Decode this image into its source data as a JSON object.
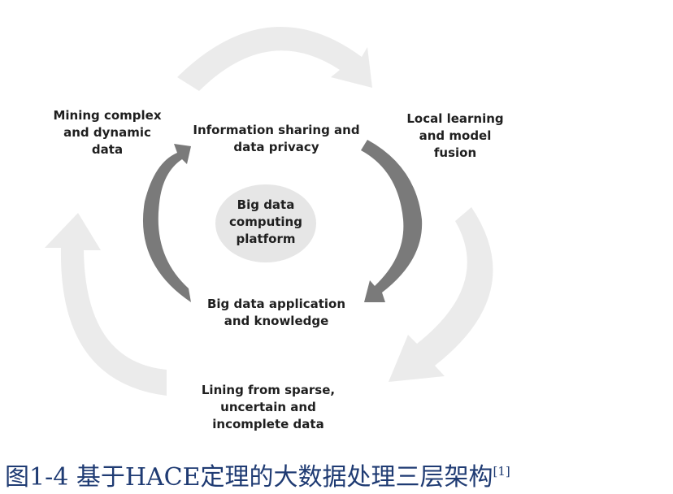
{
  "diagram": {
    "title": "HACE theorem three-layer big data processing architecture",
    "center": {
      "label": "Big data\ncomputing\nplatform"
    },
    "inner_ring": [
      {
        "label": "Information sharing and\ndata privacy"
      },
      {
        "label": "Big data application\nand knowledge"
      }
    ],
    "outer_ring": [
      {
        "label": "Mining complex\nand dynamic\ndata"
      },
      {
        "label": "Local learning\nand model\nfusion"
      },
      {
        "label": "Lining from sparse,\nuncertain and\nincomplete data"
      }
    ],
    "colors": {
      "outer_arrow": "#ebebeb",
      "inner_arrow": "#7a7a7a",
      "center_ellipse": "#e6e6e6",
      "label_text": "#1f1f1f",
      "caption_text": "#1f3b73"
    }
  },
  "caption": {
    "text": "图1-4 基于HACE定理的大数据处理三层架构",
    "reference": "[1]"
  }
}
